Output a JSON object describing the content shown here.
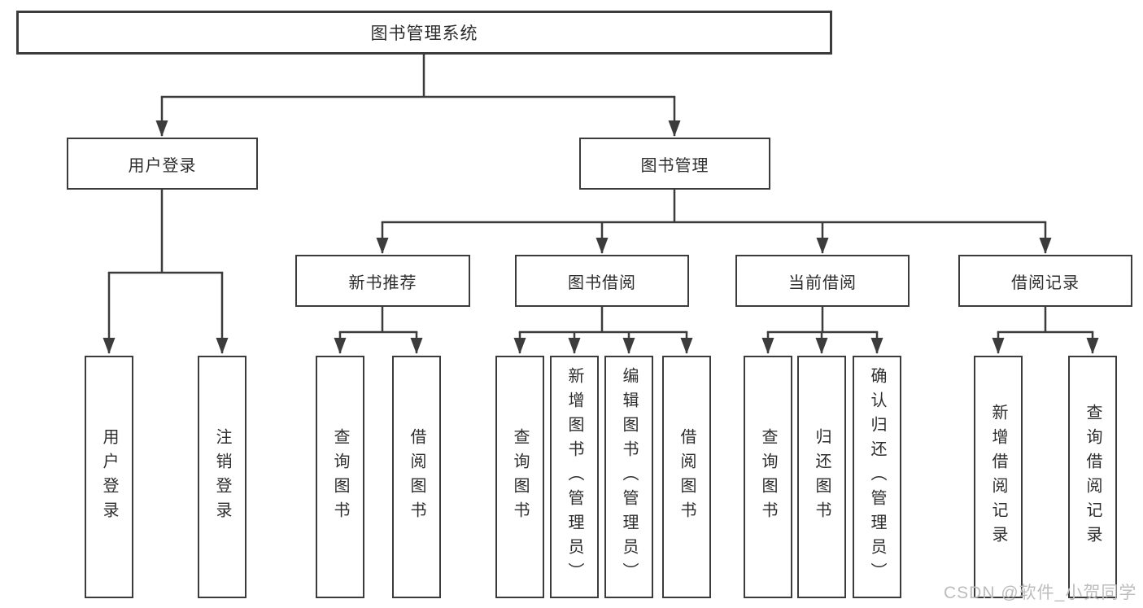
{
  "style": {
    "line_color": "#3c3c3c",
    "box_border_color": "#3c3c3c",
    "text_color": "#2d2d2d",
    "background": "#ffffff",
    "watermark_color": "#bdbdbd"
  },
  "tree": {
    "root": {
      "label": "图书管理系统"
    },
    "branches": [
      {
        "label": "用户登录",
        "children": [
          {
            "label": "用户登录"
          },
          {
            "label": "注销登录"
          }
        ]
      },
      {
        "label": "图书管理",
        "children": [
          {
            "label": "新书推荐",
            "children": [
              {
                "label": "查询图书"
              },
              {
                "label": "借阅图书"
              }
            ]
          },
          {
            "label": "图书借阅",
            "children": [
              {
                "label": "查询图书"
              },
              {
                "label": "新增图书（管理员）"
              },
              {
                "label": "编辑图书（管理员）"
              },
              {
                "label": "借阅图书"
              }
            ]
          },
          {
            "label": "当前借阅",
            "children": [
              {
                "label": "查询图书"
              },
              {
                "label": "归还图书"
              },
              {
                "label": "确认归还（管理员）"
              }
            ]
          },
          {
            "label": "借阅记录",
            "children": [
              {
                "label": "新增借阅记录"
              },
              {
                "label": "查询借阅记录"
              }
            ]
          }
        ]
      }
    ]
  },
  "watermark": {
    "text": "CSDN @软件_小贺同学"
  }
}
